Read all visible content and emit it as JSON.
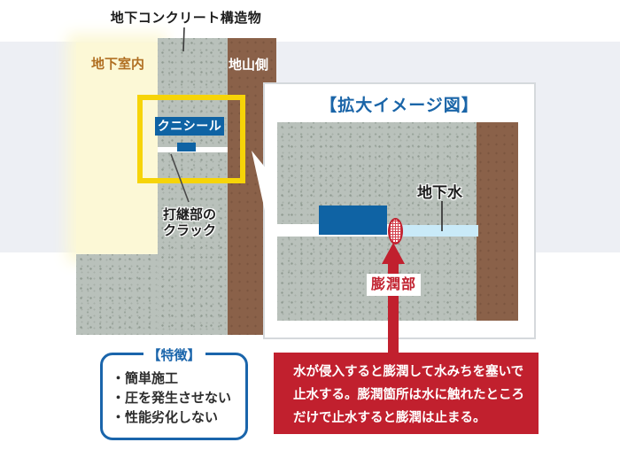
{
  "scene": {
    "top_label": "地下コンクリート構造物",
    "room_label": "地下室内",
    "ground_label": "地山側",
    "product_label": "クニシール",
    "crack_label_line1": "打継部の",
    "crack_label_line2": "クラック"
  },
  "panel": {
    "title": "【拡大イメージ図】",
    "groundwater_label": "地下水",
    "swelling_label": "膨潤部"
  },
  "features": {
    "title": "【特徴】",
    "items": [
      "・簡単施工",
      "・圧を発生させない",
      "・性能劣化しない"
    ]
  },
  "callout": {
    "lines": [
      "水が侵入すると膨潤して水みちを塞いで",
      "止水する。膨潤箇所は水に触れたところ",
      "だけで止水すると膨潤は止まる。"
    ]
  },
  "colors": {
    "product_blue": "#0f63a4",
    "title_blue": "#1a65a8",
    "feature_border_blue": "#1a65ab",
    "alert_red": "#c1202e",
    "highlight_yellow": "#f6d408",
    "ground_brown": "#8a6149",
    "concrete_gray": "#b9c1bb",
    "room_cream": "#fcf8d6",
    "water_blue": "#c9eaf8",
    "room_text_orange": "#b17023",
    "background_band": "#edeff4"
  }
}
